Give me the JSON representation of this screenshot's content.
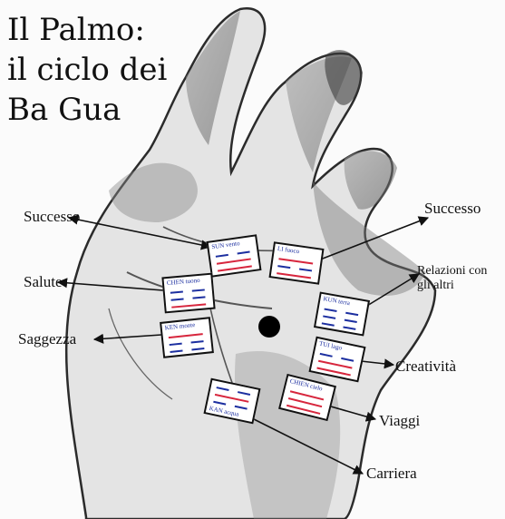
{
  "title": {
    "line1": "Il Palmo:",
    "line2": "il ciclo dei",
    "line3": "Ba Gua"
  },
  "labels": {
    "successo_left": "Successo",
    "salute": "Salute",
    "saggezza": "Saggezza",
    "successo_right": "Successo",
    "relazioni_line1": "Relazioni con",
    "relazioni_line2": "gli altri",
    "creativita": "Creatività",
    "viaggi": "Viaggi",
    "carriera": "Carriera"
  },
  "trigrams": {
    "sun": "SUN vento",
    "li": "LI fuoco",
    "chen": "CHEN tuono",
    "kun": "KUN terra",
    "ken": "KEN monte",
    "tui": "TUI lago",
    "chien": "CHIEN cielo",
    "kan": "KAN acqua"
  },
  "colors": {
    "yang_line": "#d7263d",
    "yin_line": "#1c2fa0",
    "ink": "#111111"
  },
  "center_marker_icon": "black-dot"
}
